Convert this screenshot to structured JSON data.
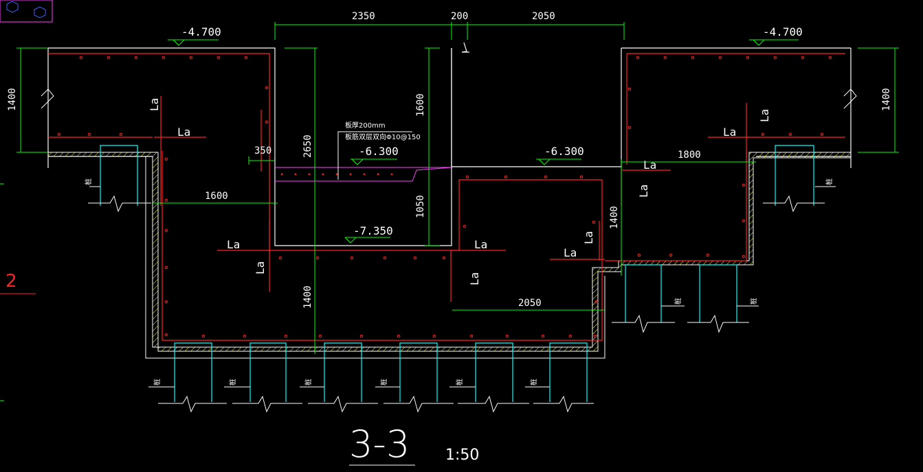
{
  "drawing": {
    "section_title": "3-3",
    "scale": "1:50",
    "sheet_mark": "2"
  },
  "dimensions": {
    "d2350": "2350",
    "d200": "200",
    "d2050_top": "2050",
    "d1400_left": "1400",
    "d1400_right": "1400",
    "d1600_vert": "1600",
    "d2650": "2650",
    "d350": "350",
    "d1600_horiz": "1600",
    "d1050": "1050",
    "d1400_mid": "1400",
    "d1400_right_vert": "1400",
    "d1800": "1800",
    "d2050_bottom": "2050"
  },
  "elevations": {
    "top_left": "-4.700",
    "top_right": "-4.700",
    "slab_left": "-6.300",
    "slab_right": "-6.300",
    "pit_bottom": "-7.350"
  },
  "notes": {
    "slab_thickness": "板厚200mm",
    "slab_rebar": "板筋双层双向Φ10@150"
  },
  "anchorage_label": "La",
  "pile_label": "桩",
  "colors": {
    "background": "#000000",
    "concrete_outline": "#ffffff",
    "rebar": "#ff2020",
    "dimension": "#00ff00",
    "pile": "#00ffff",
    "hatch": "#ffff40",
    "slab": "#ff40ff"
  }
}
